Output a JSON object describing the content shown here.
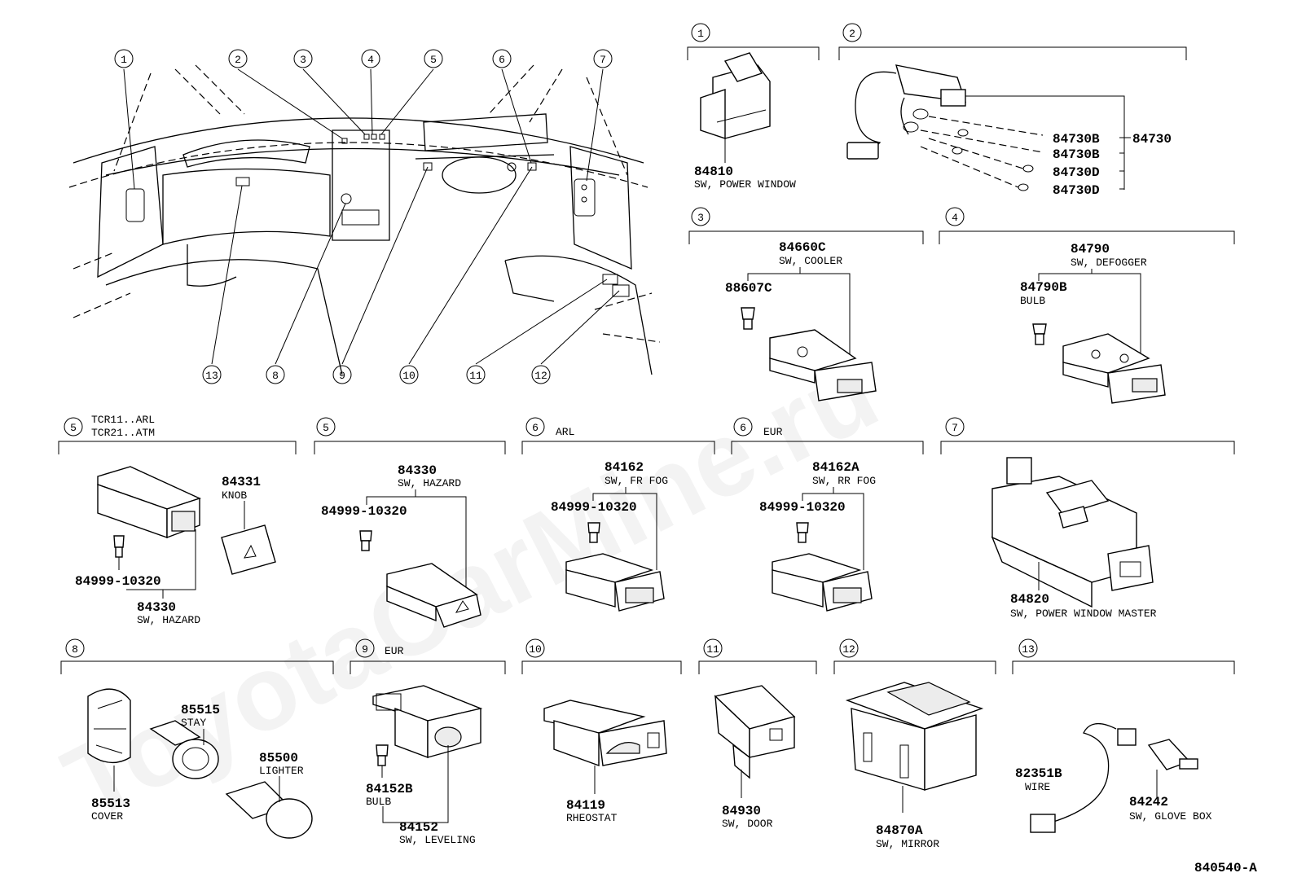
{
  "watermark": "ToyotaCarMine.ru",
  "diagram_code": "840540-A",
  "overview": {
    "top_callouts": [
      "1",
      "2",
      "3",
      "4",
      "5",
      "6",
      "7"
    ],
    "bottom_callouts": [
      "13",
      "8",
      "9",
      "10",
      "11",
      "12"
    ]
  },
  "sections": {
    "s1": {
      "num": "1",
      "part": "84810",
      "desc": "SW, POWER WINDOW"
    },
    "s2": {
      "num": "2",
      "parts": [
        "84730B",
        "84730B",
        "84730D",
        "84730D"
      ],
      "assembly": "84730"
    },
    "s3": {
      "num": "3",
      "part": "84660C",
      "desc": "SW, COOLER",
      "sub_part": "88607C"
    },
    "s4": {
      "num": "4",
      "part": "84790",
      "desc": "SW, DEFOGGER",
      "sub_part": "84790B",
      "sub_desc": "BULB"
    },
    "s5a": {
      "num": "5",
      "note1": "TCR11..ARL",
      "note2": "TCR21..ATM",
      "knob_part": "84331",
      "knob_desc": "KNOB",
      "bulb_part": "84999-10320",
      "part": "84330",
      "desc": "SW, HAZARD"
    },
    "s5b": {
      "num": "5",
      "part": "84330",
      "desc": "SW, HAZARD",
      "bulb_part": "84999-10320"
    },
    "s6a": {
      "num": "6",
      "note": "ARL",
      "part": "84162",
      "desc": "SW, FR FOG",
      "bulb_part": "84999-10320"
    },
    "s6b": {
      "num": "6",
      "note": "EUR",
      "part": "84162A",
      "desc": "SW, RR FOG",
      "bulb_part": "84999-10320"
    },
    "s7": {
      "num": "7",
      "part": "84820",
      "desc": "SW, POWER WINDOW MASTER"
    },
    "s8": {
      "num": "8",
      "cover_part": "85513",
      "cover_desc": "COVER",
      "stay_part": "85515",
      "stay_desc": "STAY",
      "lighter_part": "85500",
      "lighter_desc": "LIGHTER"
    },
    "s9": {
      "num": "9",
      "note": "EUR",
      "bulb_part": "84152B",
      "bulb_desc": "BULB",
      "part": "84152",
      "desc": "SW, LEVELING"
    },
    "s10": {
      "num": "10",
      "part": "84119",
      "desc": "RHEOSTAT"
    },
    "s11": {
      "num": "11",
      "part": "84930",
      "desc": "SW, DOOR"
    },
    "s12": {
      "num": "12",
      "part": "84870A",
      "desc": "SW, MIRROR"
    },
    "s13": {
      "num": "13",
      "wire_part": "82351B",
      "wire_desc": "WIRE",
      "part": "84242",
      "desc": "SW, GLOVE BOX"
    }
  }
}
